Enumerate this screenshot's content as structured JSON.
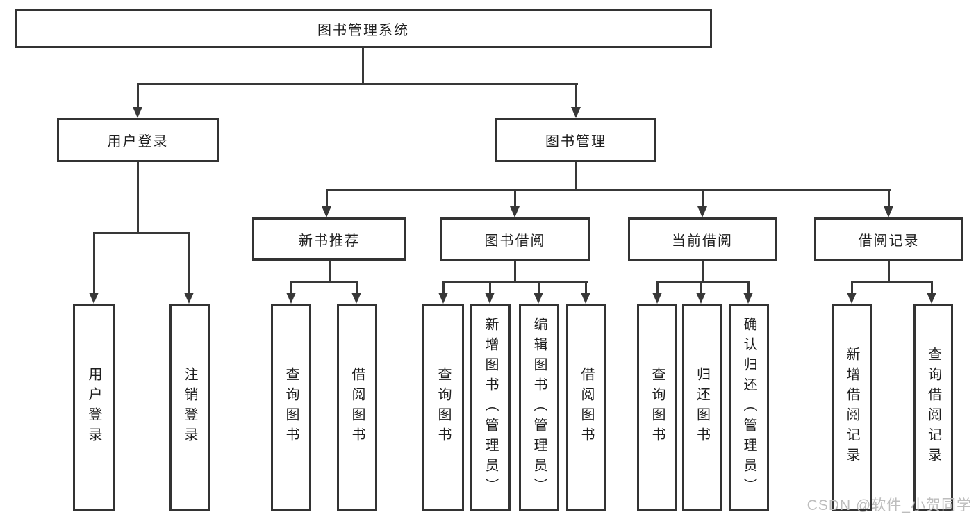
{
  "tree": {
    "label": "图书管理系统",
    "children": [
      {
        "label": "用户登录",
        "children": [
          {
            "label": "用户登录"
          },
          {
            "label": "注销登录"
          }
        ]
      },
      {
        "label": "图书管理",
        "children": [
          {
            "label": "新书推荐",
            "children": [
              {
                "label": "查询图书"
              },
              {
                "label": "借阅图书"
              }
            ]
          },
          {
            "label": "图书借阅",
            "children": [
              {
                "label": "查询图书"
              },
              {
                "label": "新增图书（管理员）"
              },
              {
                "label": "编辑图书（管理员）"
              },
              {
                "label": "借阅图书"
              }
            ]
          },
          {
            "label": "当前借阅",
            "children": [
              {
                "label": "查询图书"
              },
              {
                "label": "归还图书"
              },
              {
                "label": "确认归还（管理员）"
              }
            ]
          },
          {
            "label": "借阅记录",
            "children": [
              {
                "label": "新增借阅记录"
              },
              {
                "label": "查询借阅记录"
              }
            ]
          }
        ]
      }
    ]
  },
  "watermark": {
    "text": "CSDN @软件_小贺同学"
  },
  "colors": {
    "line": "#383838",
    "box_border": "#333333",
    "text": "#1f1f1f",
    "watermark": "#bdbdbd",
    "background": "#ffffff"
  }
}
